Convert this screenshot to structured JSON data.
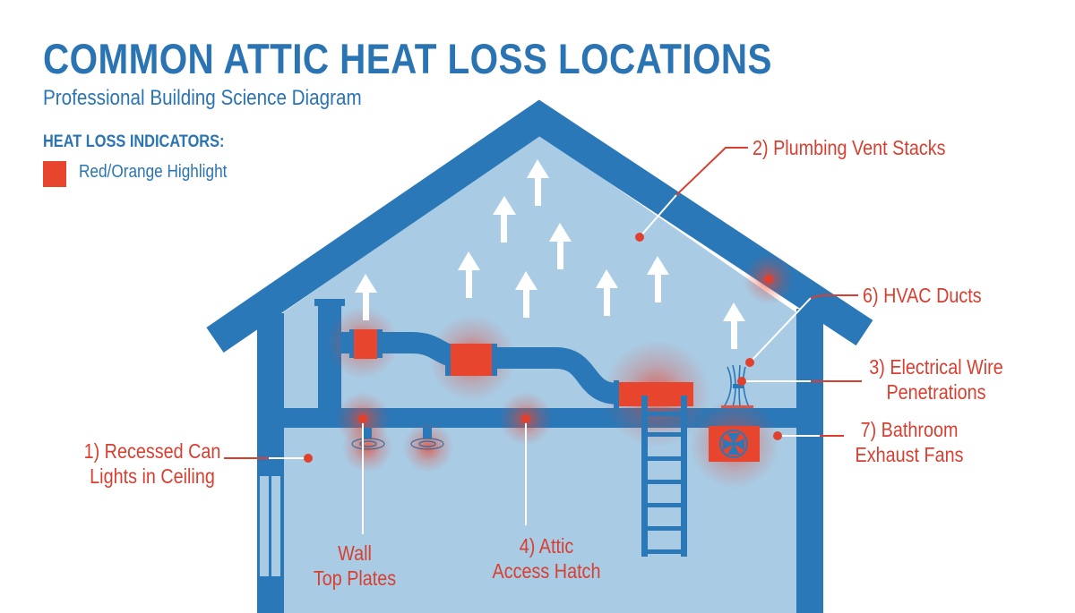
{
  "header": {
    "title": "COMMON ATTIC HEAT LOSS LOCATIONS",
    "subtitle": "Professional Building Science Diagram"
  },
  "legend": {
    "title": "HEAT LOSS INDICATORS:",
    "items": [
      {
        "label": "Red/Orange Highlight",
        "color": "#e8452f"
      }
    ]
  },
  "colors": {
    "structure_blue": "#2a78b7",
    "interior_fill": "#a9cbe4",
    "highlight": "#e8452f",
    "callout_text": "#d83f30",
    "heading_blue": "#2a74b3"
  },
  "callouts": [
    {
      "id": "recessed-can-lights",
      "line1": "1) Recessed Can",
      "line2": "Lights in Ceiling"
    },
    {
      "id": "plumbing-vent-stacks",
      "line1": "2) Plumbing Vent Stacks"
    },
    {
      "id": "electrical-wire-penetrations",
      "line1": "3) Electrical Wire",
      "line2": "Penetrations"
    },
    {
      "id": "attic-access-hatch",
      "line1": "4) Attic",
      "line2": "Access Hatch"
    },
    {
      "id": "wall-top-plates",
      "line1": "Wall",
      "line2": "Top Plates"
    },
    {
      "id": "hvac-ducts",
      "line1": "6) HVAC Ducts"
    },
    {
      "id": "bathroom-exhaust-fans",
      "line1": "7) Bathroom",
      "line2": "Exhaust Fans"
    }
  ],
  "diagram": {
    "heat_arrows_count": 10,
    "icons": [
      "house-outline",
      "heat-rising-arrows",
      "hvac-duct",
      "attic-ladder",
      "recessed-light",
      "exhaust-fan",
      "wire-bundle"
    ]
  }
}
